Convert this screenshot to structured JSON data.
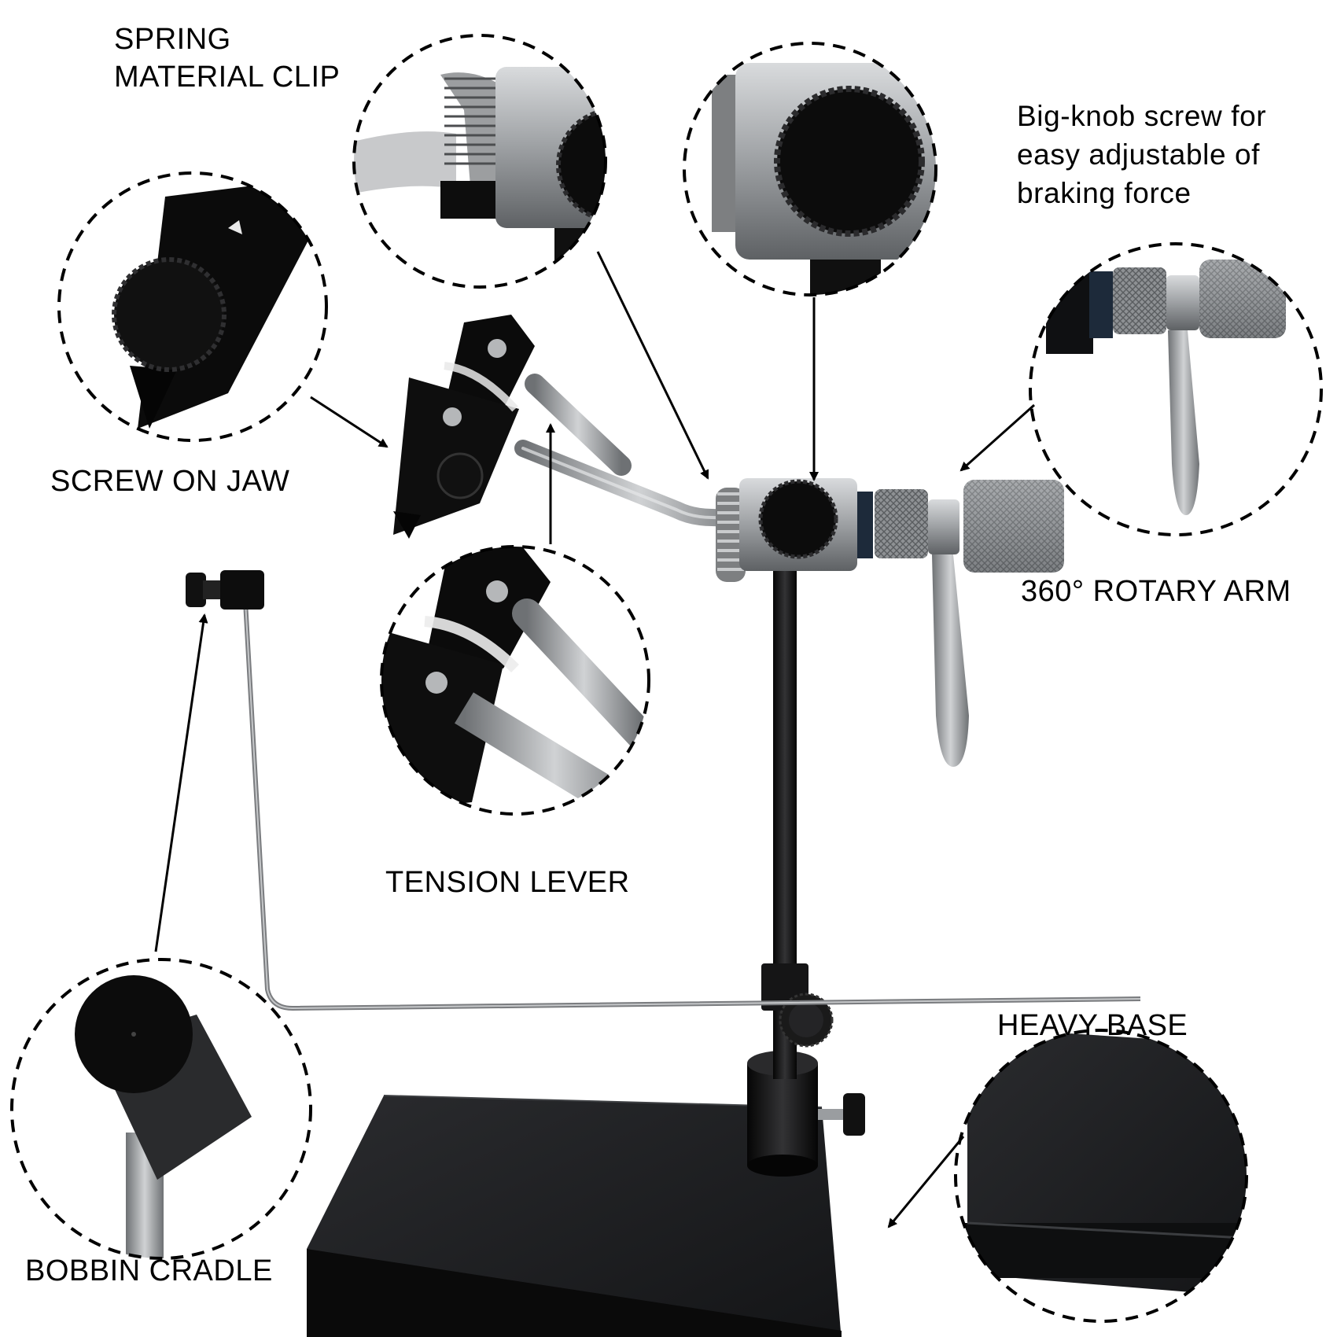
{
  "labels": {
    "spring_clip": "SPRING\nMATERIAL CLIP",
    "big_knob": "Big-knob screw for\neasy adjustable of\nbraking force",
    "screw_jaw": "SCREW ON JAW",
    "rotary_arm": "360° ROTARY ARM",
    "tension_lever": "TENSION LEVER",
    "heavy_base": "HEAVY BASE",
    "bobbin_cradle": "BOBBIN CRADLE"
  },
  "colors": {
    "background": "#ffffff",
    "text": "#000000",
    "black_metal": "#111111",
    "silver_metal": "#9a9da0",
    "dashed_circle": "#000000"
  }
}
